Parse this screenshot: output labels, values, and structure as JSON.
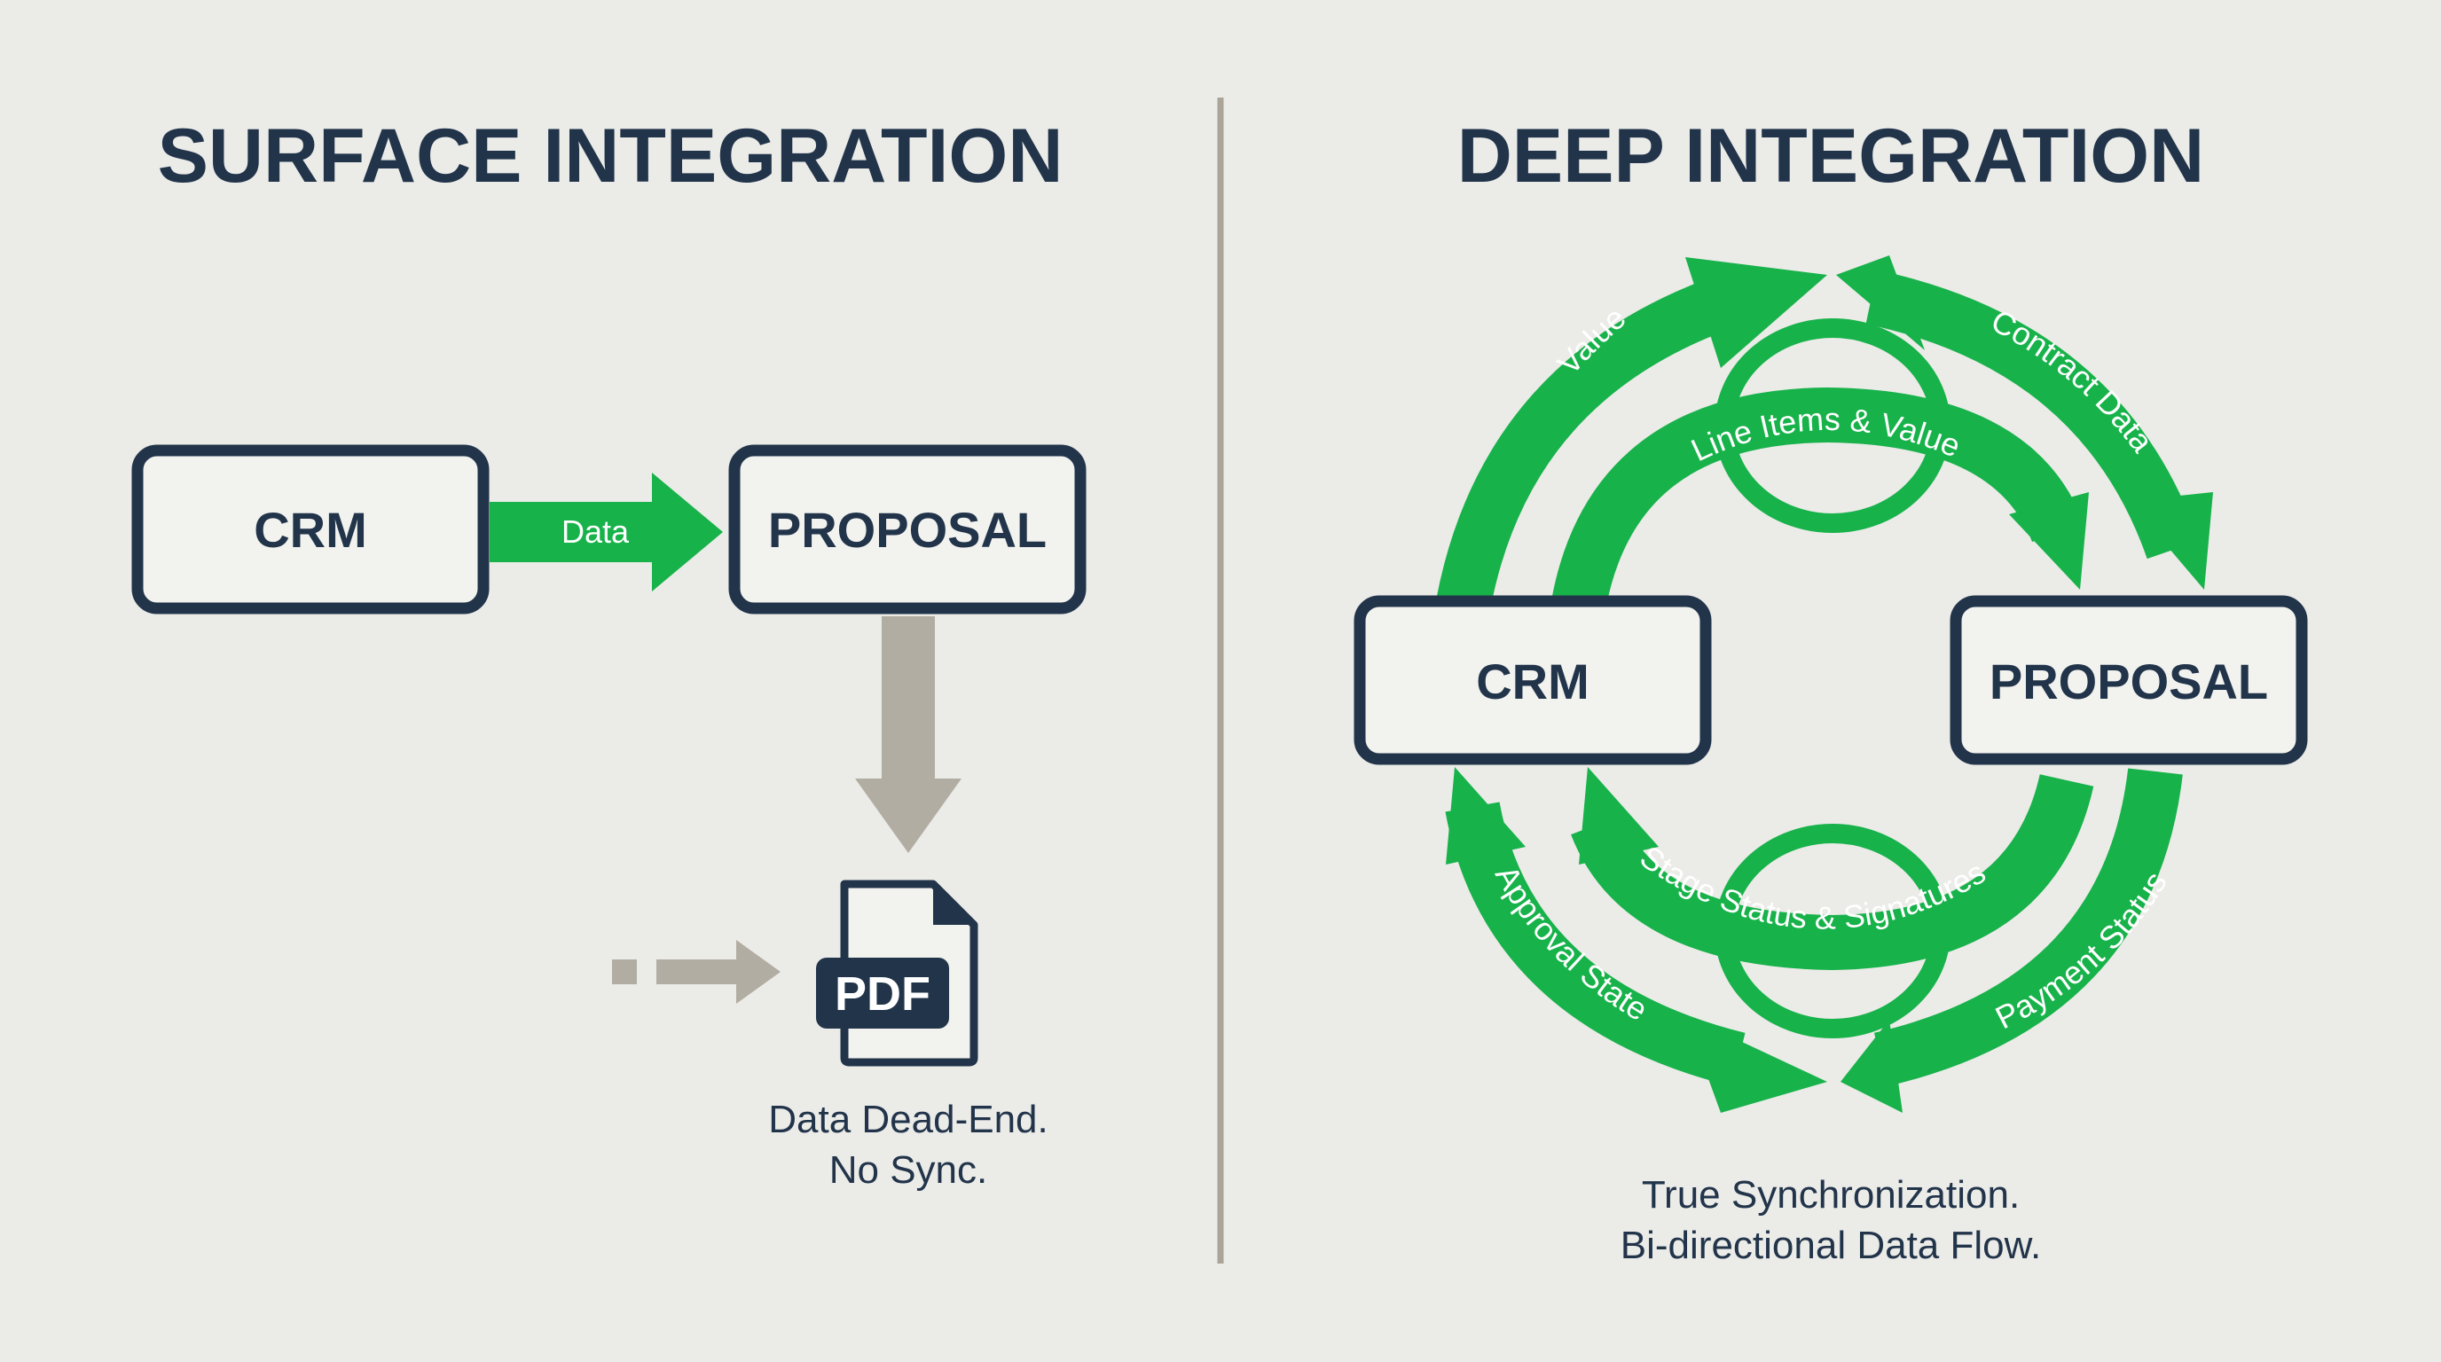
{
  "left": {
    "title": "SURFACE INTEGRATION",
    "crm_label": "CRM",
    "proposal_label": "PROPOSAL",
    "arrow_label": "Data",
    "pdf_label": "PDF",
    "caption_line1": "Data Dead-End.",
    "caption_line2": "No Sync."
  },
  "right": {
    "title": "DEEP INTEGRATION",
    "crm_label": "CRM",
    "proposal_label": "PROPOSAL",
    "flows": {
      "outer_top_left": "Value",
      "outer_top_right": "Contract Data",
      "inner_top": "Line Items & Value",
      "inner_bottom": "Stage Status & Signatures",
      "outer_bottom_left": "Approval State",
      "outer_bottom_right": "Payment Status"
    },
    "caption_line1": "True Synchronization.",
    "caption_line2": "Bi-directional Data Flow."
  },
  "colors": {
    "background": "#ebebe8",
    "navy": "#22344a",
    "green": "#17b24a",
    "gray": "#b2ada3",
    "divider": "#aaa598"
  },
  "icons": [
    "pdf-file-icon"
  ]
}
